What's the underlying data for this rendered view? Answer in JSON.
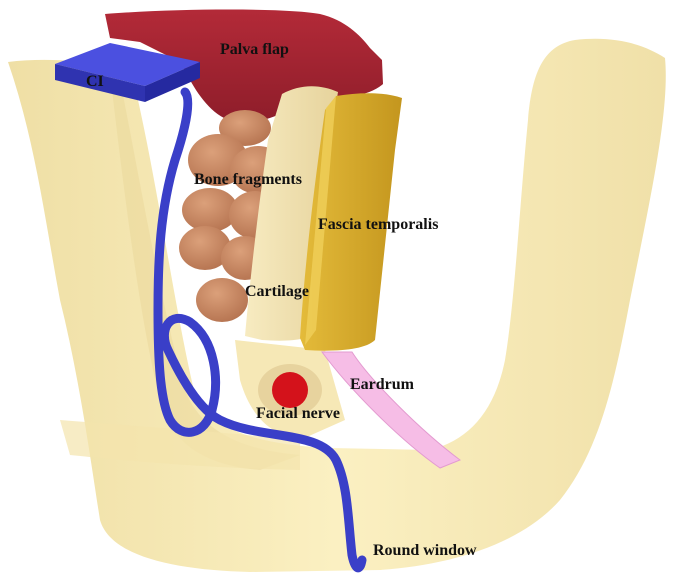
{
  "labels": {
    "ci": "CI",
    "palva_flap": "Palva flap",
    "bone_fragments": "Bone fragments",
    "fascia_temporalis": "Fascia temporalis",
    "cartilage": "Cartilage",
    "eardrum": "Eardrum",
    "facial_nerve": "Facial nerve",
    "round_window": "Round window"
  },
  "colors": {
    "canal": "#f8ebb4",
    "palva_flap": "#a52432",
    "ci_block": "#3b3fd0",
    "electrode": "#3a3fc8",
    "bone_fragments": "#c98a62",
    "cartilage": "#f1e2b0",
    "fascia_temporalis": "#d2a52a",
    "eardrum": "#f5b8e3",
    "facial_nerve_outer": "#e9d6a6",
    "facial_nerve_core": "#d4121b"
  }
}
